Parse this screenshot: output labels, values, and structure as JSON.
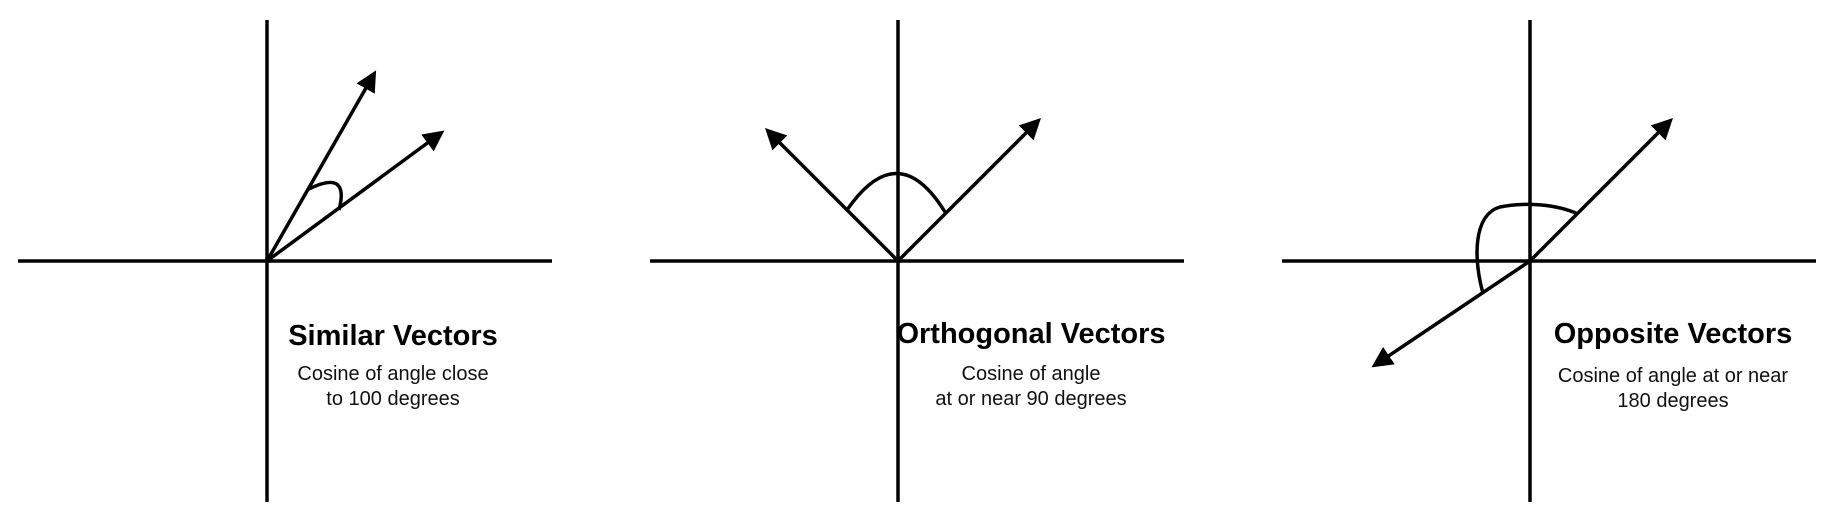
{
  "panels": [
    {
      "title": "Similar Vectors",
      "caption_lines": [
        "Cosine of angle close",
        "to 100 degrees"
      ]
    },
    {
      "title": "Orthogonal Vectors",
      "caption_lines": [
        "Cosine of angle",
        "at or near 90 degrees"
      ]
    },
    {
      "title": "Opposite Vectors",
      "caption_lines": [
        "Cosine of angle at or near",
        "180 degrees"
      ]
    }
  ],
  "colors": {
    "stroke": "#000000",
    "background": "#ffffff"
  }
}
